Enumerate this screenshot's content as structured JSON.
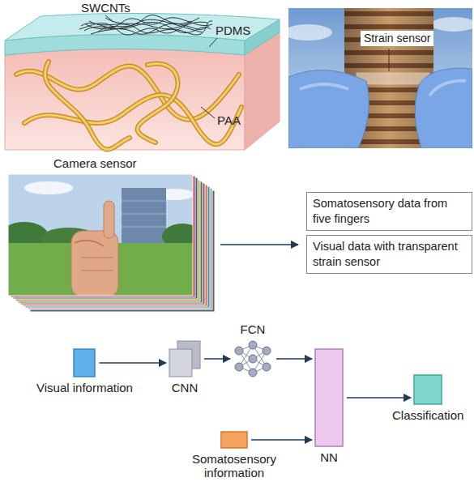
{
  "diagram": {
    "nodes": [
      {
        "text": [
          "Somatosensory data from five fingers"
        ]
      },
      {
        "text": [
          "Visual data with transparent strain sensor"
        ]
      },
      {
        "text": [
          "Visual information"
        ]
      },
      {
        "text": [
          "CNN"
        ]
      },
      {
        "text": [
          "FCN"
        ]
      },
      {
        "text": [
          "NN"
        ]
      },
      {
        "text": [
          "Somatosensory information"
        ]
      },
      {
        "text": [
          "Classification"
        ]
      }
    ],
    "edges": [
      {
        "from": 2,
        "to": 3,
        "arrow": "to"
      },
      {
        "from": 3,
        "to": 4,
        "arrow": "to"
      },
      {
        "from": 4,
        "to": 5,
        "arrow": "to"
      },
      {
        "from": 6,
        "to": 5,
        "arrow": "to"
      },
      {
        "from": 5,
        "to": 7,
        "arrow": "to"
      }
    ],
    "labels": [
      "SWCNTs",
      "PDMS",
      "PAA",
      "Strain sensor",
      "Camera sensor"
    ]
  }
}
